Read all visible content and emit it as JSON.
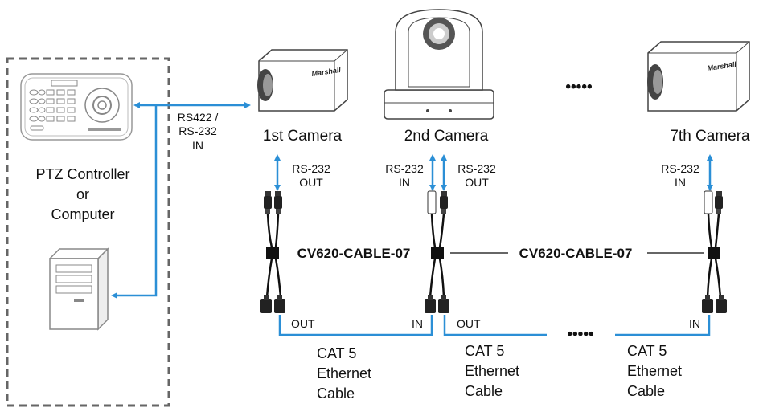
{
  "colors": {
    "signal_line": "#2b8fd6",
    "gray_line": "#666666",
    "text": "#111111"
  },
  "controller": {
    "label_lines": [
      "PTZ Controller",
      "or",
      "Computer"
    ],
    "icons": [
      "ptz-keyboard-icon",
      "desktop-computer-icon"
    ]
  },
  "host_link": {
    "label_lines": [
      "RS422 /",
      "RS-232",
      "IN"
    ]
  },
  "cameras": [
    {
      "label": "1st Camera",
      "brand": "Marshall",
      "port_labels": [
        [
          "RS-232",
          "OUT"
        ]
      ]
    },
    {
      "label": "2nd Camera",
      "port_labels": [
        [
          "RS-232",
          "IN"
        ],
        [
          "RS-232",
          "OUT"
        ]
      ]
    },
    {
      "label": "7th Camera",
      "brand": "Marshall",
      "port_labels": [
        [
          "RS-232",
          "IN"
        ]
      ]
    }
  ],
  "ellipsis": "•••••",
  "cable_part": "CV620-CABLE-07",
  "bottom_ports": [
    "OUT",
    "IN",
    "OUT",
    "IN"
  ],
  "ethernet": {
    "label_lines": [
      "CAT 5",
      "Ethernet",
      "Cable"
    ]
  }
}
